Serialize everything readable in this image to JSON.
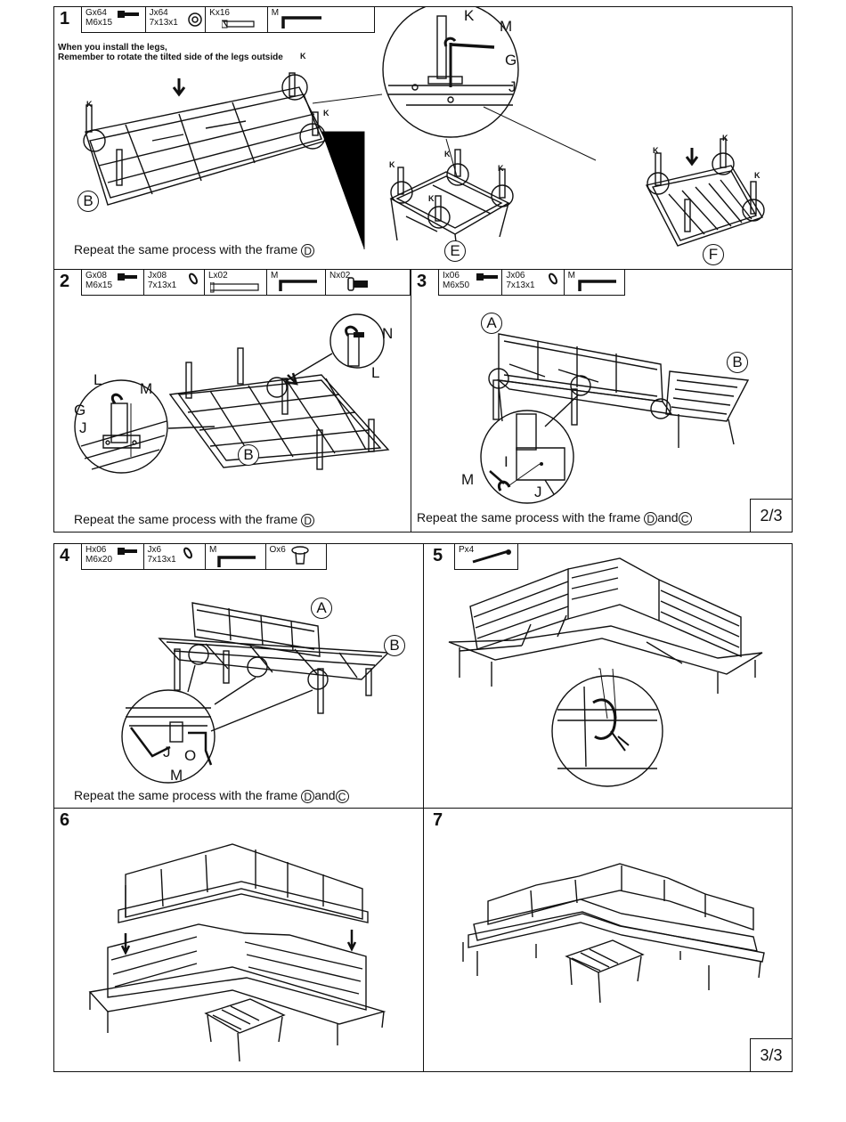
{
  "pages": {
    "p2": "2/3",
    "p3": "3/3"
  },
  "step1": {
    "number": "1",
    "parts": [
      {
        "code": "Gx64",
        "spec": "M6x15"
      },
      {
        "code": "Jx64",
        "spec": "7x13x1"
      },
      {
        "code": "Kx16",
        "spec": ""
      },
      {
        "code": "M",
        "spec": ""
      }
    ],
    "note_line1": "When you install the legs,",
    "note_line2": "Remember to rotate the tilted side of the legs outside",
    "caption_text": "Repeat the same process with the  frame ",
    "caption_frame": "D",
    "labels": {
      "k": "K",
      "m": "M",
      "g": "G",
      "j": "J",
      "b": "B",
      "e": "E",
      "f": "F"
    }
  },
  "step2": {
    "number": "2",
    "parts": [
      {
        "code": "Gx08",
        "spec": "M6x15"
      },
      {
        "code": "Jx08",
        "spec": "7x13x1"
      },
      {
        "code": "Lx02",
        "spec": ""
      },
      {
        "code": "M",
        "spec": ""
      },
      {
        "code": "Nx02",
        "spec": ""
      }
    ],
    "caption_text": "Repeat the same process with the  frame ",
    "caption_frame": "D",
    "labels": {
      "n": "N",
      "l": "L",
      "m": "M",
      "g": "G",
      "j": "J",
      "b": "B"
    }
  },
  "step3": {
    "number": "3",
    "parts": [
      {
        "code": "Ix06",
        "spec": "M6x50"
      },
      {
        "code": "Jx06",
        "spec": "7x13x1"
      },
      {
        "code": "M",
        "spec": ""
      }
    ],
    "caption_text": "Repeat the same process with the  frame ",
    "caption_frame1": "D",
    "caption_and": "and",
    "caption_frame2": "C",
    "labels": {
      "a": "A",
      "b": "B",
      "m": "M",
      "i": "I",
      "j": "J"
    }
  },
  "step4": {
    "number": "4",
    "parts": [
      {
        "code": "Hx06",
        "spec": "M6x20"
      },
      {
        "code": "Jx6",
        "spec": "7x13x1"
      },
      {
        "code": "M",
        "spec": ""
      },
      {
        "code": "Ox6",
        "spec": ""
      }
    ],
    "caption_text": "Repeat the same process with the  frame ",
    "caption_frame1": "D",
    "caption_and": "and",
    "caption_frame2": "C",
    "labels": {
      "a": "A",
      "b": "B",
      "m": "M",
      "j": "J",
      "o": "O"
    }
  },
  "step5": {
    "number": "5",
    "parts": [
      {
        "code": "Px4",
        "spec": ""
      }
    ]
  },
  "step6": {
    "number": "6"
  },
  "step7": {
    "number": "7"
  }
}
